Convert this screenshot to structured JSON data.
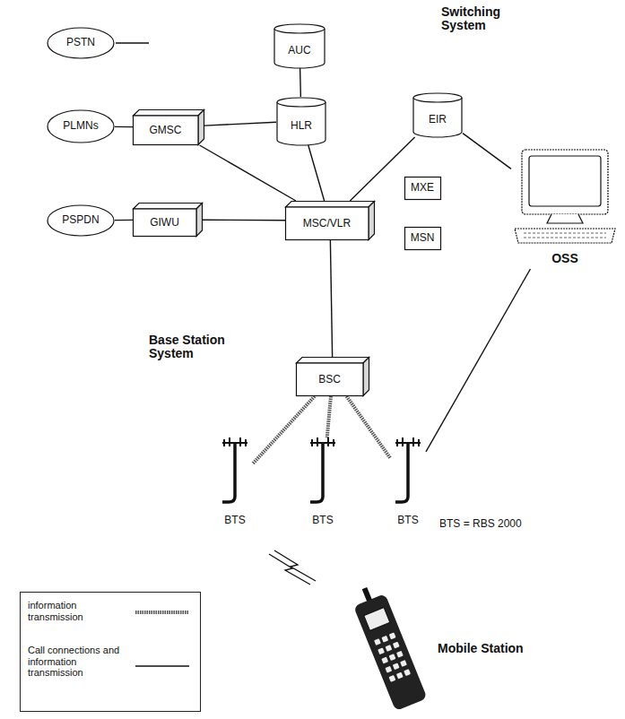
{
  "diagram": {
    "nodes": [
      {
        "text": [
          "PSTN"
        ]
      },
      {
        "text": [
          "AUC"
        ]
      },
      {
        "text": [
          "PLMNs"
        ]
      },
      {
        "text": [
          "GMSC"
        ]
      },
      {
        "text": [
          "HLR"
        ]
      },
      {
        "text": [
          "EIR"
        ]
      },
      {
        "text": [
          "MXE"
        ]
      },
      {
        "text": [
          "PSPDN"
        ]
      },
      {
        "text": [
          "GIWU"
        ]
      },
      {
        "text": [
          "MSC/VLR"
        ]
      },
      {
        "text": [
          "MSN"
        ]
      },
      {
        "text": [
          "OSS"
        ]
      },
      {
        "text": [
          "BSC"
        ]
      },
      {
        "text": [
          "BTS"
        ]
      },
      {
        "text": [
          "BTS"
        ]
      },
      {
        "text": [
          "BTS"
        ]
      },
      {
        "text": [
          "Mobile Station"
        ]
      }
    ],
    "edges": [
      {
        "from": 1,
        "to": 4,
        "arrow": "none"
      },
      {
        "from": 2,
        "to": 3,
        "arrow": "none"
      },
      {
        "from": 3,
        "to": 4,
        "arrow": "none"
      },
      {
        "from": 3,
        "to": 9,
        "arrow": "none"
      },
      {
        "from": 4,
        "to": 9,
        "arrow": "none"
      },
      {
        "from": 5,
        "to": 9,
        "arrow": "none"
      },
      {
        "from": 5,
        "to": 11,
        "arrow": "none"
      },
      {
        "from": 7,
        "to": 8,
        "arrow": "none"
      },
      {
        "from": 8,
        "to": 9,
        "arrow": "none"
      },
      {
        "from": 9,
        "to": 12,
        "arrow": "none"
      },
      {
        "from": 12,
        "to": 13,
        "arrow": "none"
      },
      {
        "from": 12,
        "to": 14,
        "arrow": "none"
      },
      {
        "from": 12,
        "to": 15,
        "arrow": "none"
      },
      {
        "from": 15,
        "to": 11,
        "arrow": "none"
      }
    ],
    "labels": [
      "Switching System",
      "Base Station System",
      "BTS = RBS 2000"
    ],
    "legend": [
      {
        "text": "information transmission"
      },
      {
        "text": "Call connections and information transmission"
      }
    ]
  }
}
